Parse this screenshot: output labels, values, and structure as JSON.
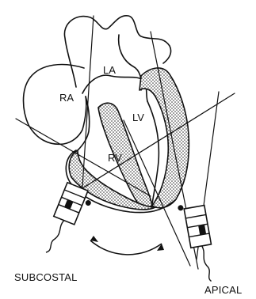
{
  "diagram": {
    "chambers": {
      "ra": "RA",
      "la": "LA",
      "lv": "LV",
      "rv": "RV"
    },
    "views": {
      "subcostal": "SUBCOSTAL",
      "apical": "APICAL"
    }
  }
}
